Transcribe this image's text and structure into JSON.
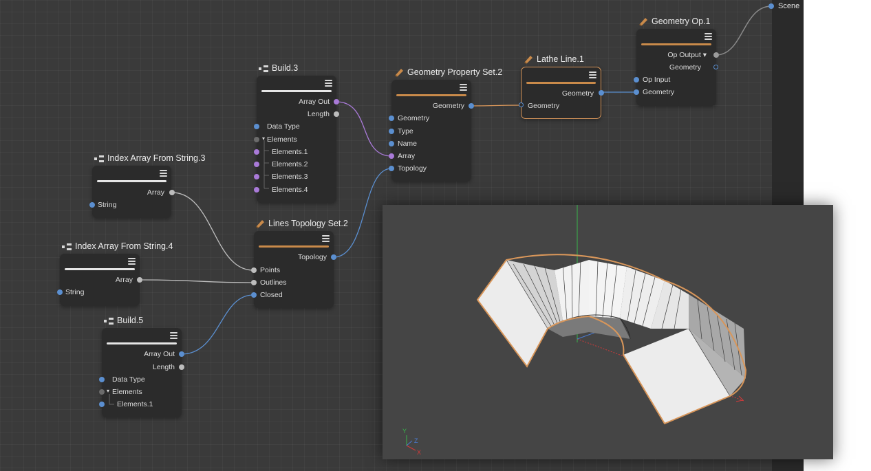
{
  "colors": {
    "background": "#3a3a3a",
    "node": "#2b2b2b",
    "accent": "#d8965a",
    "port_blue": "#5b8fd0",
    "port_gray": "#bdbdbd",
    "port_purple": "#a97ad8",
    "wire_gray": "#bdbdbd",
    "wire_blue": "#5b8fd0",
    "wire_orange": "#d8965a"
  },
  "scene": {
    "label": "Scene"
  },
  "nodes": {
    "build3": {
      "title": "Build.3",
      "icon": "build-icon",
      "outputs": [
        "Array Out",
        "Length"
      ],
      "inputs": [
        "Data Type",
        "Elements",
        "Elements.1",
        "Elements.2",
        "Elements.3",
        "Elements.4"
      ]
    },
    "index3": {
      "title": "Index Array From String.3",
      "icon": "build-icon",
      "outputs": [
        "Array"
      ],
      "inputs": [
        "String"
      ]
    },
    "index4": {
      "title": "Index Array From String.4",
      "icon": "build-icon",
      "outputs": [
        "Array"
      ],
      "inputs": [
        "String"
      ]
    },
    "build5": {
      "title": "Build.5",
      "icon": "build-icon",
      "outputs": [
        "Array Out",
        "Length"
      ],
      "inputs": [
        "Data Type",
        "Elements",
        "Elements.1"
      ]
    },
    "lines": {
      "title": "Lines Topology Set.2",
      "icon": "geometry-icon",
      "outputs": [
        "Topology"
      ],
      "inputs": [
        "Points",
        "Outlines",
        "Closed"
      ]
    },
    "geoprop": {
      "title": "Geometry Property Set.2",
      "icon": "geometry-icon",
      "outputs": [
        "Geometry"
      ],
      "inputs": [
        "Geometry",
        "Type",
        "Name",
        "Array",
        "Topology"
      ]
    },
    "lathe": {
      "title": "Lathe Line.1",
      "icon": "geometry-icon",
      "outputs": [
        "Geometry"
      ],
      "inputs": [
        "Geometry"
      ]
    },
    "geoop": {
      "title": "Geometry Op.1",
      "icon": "geometry-icon",
      "outputs": [
        "Op Output ▾",
        "Geometry"
      ],
      "inputs": [
        "Op Input",
        "Geometry"
      ]
    }
  },
  "viewport": {
    "axis_labels": {
      "y": "Y",
      "z": "Z",
      "x": "X"
    }
  }
}
